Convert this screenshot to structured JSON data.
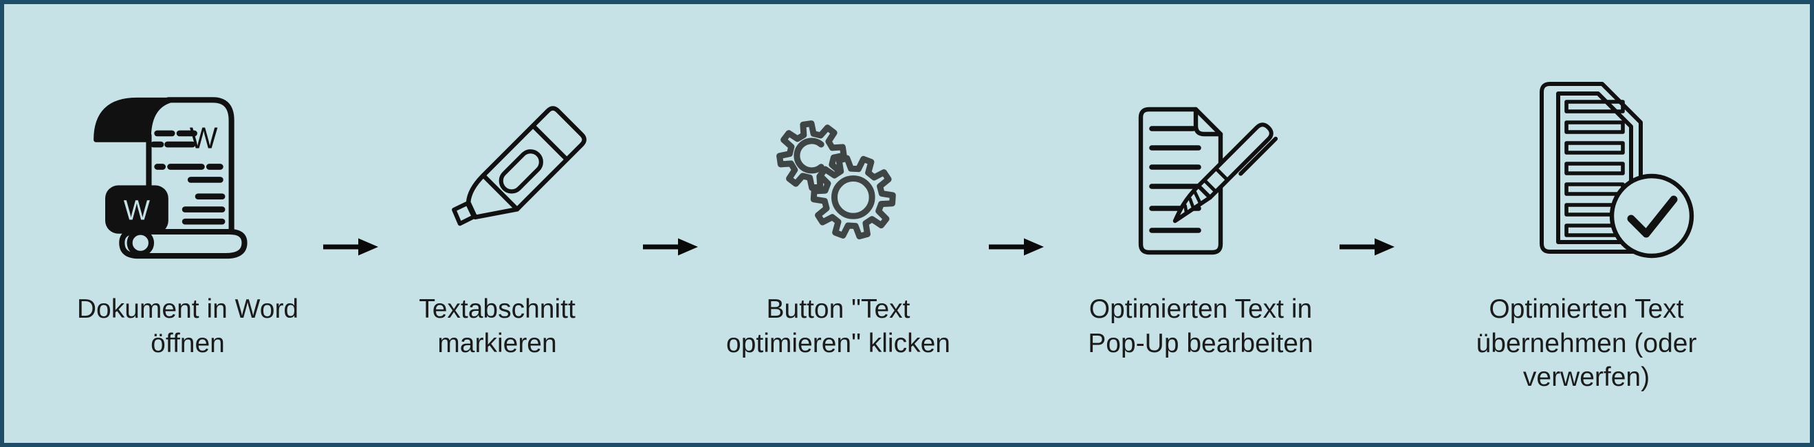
{
  "figure": {
    "type": "process-flow",
    "language": "de",
    "background_color": "#c6e2e7",
    "border_color": "#1f4d68",
    "text_color": "#1b1b1b",
    "icon_color": "#111111",
    "gear_icon_color": "#3f4445",
    "arrow_color": "#0a0a0a"
  },
  "steps": [
    {
      "index": 1,
      "icon": "word-document-icon",
      "word_letter": "W",
      "label": "Dokument in Word\nöffnen"
    },
    {
      "index": 2,
      "icon": "highlighter-icon",
      "label": "Textabschnitt\nmarkieren"
    },
    {
      "index": 3,
      "icon": "gears-icon",
      "label": "Button \"Text\noptimieren\" klicken"
    },
    {
      "index": 4,
      "icon": "document-pen-icon",
      "label": "Optimierten Text in\nPop-Up bearbeiten"
    },
    {
      "index": 5,
      "icon": "document-checkmark-icon",
      "label": "Optimierten Text\nübernehmen (oder\nverwerfen)"
    }
  ],
  "connectors": {
    "count": 4,
    "glyph": "arrow-right"
  }
}
